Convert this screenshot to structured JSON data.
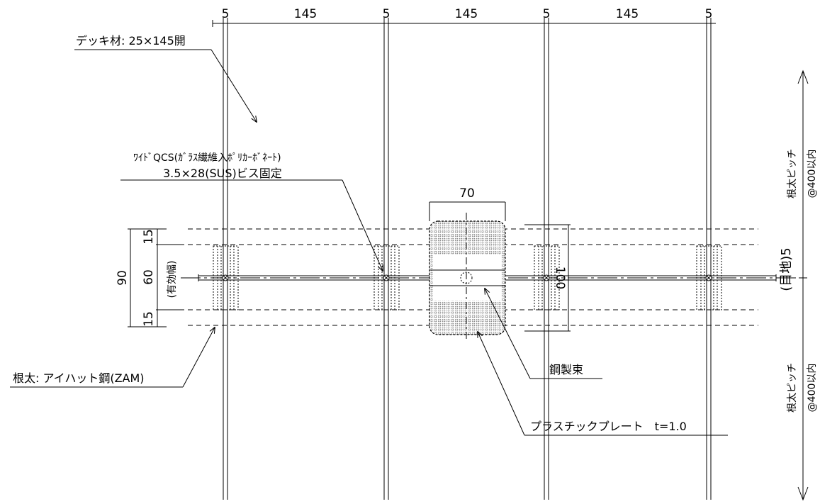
{
  "top_dimensions": [
    "5",
    "145",
    "5",
    "145",
    "5",
    "145",
    "5"
  ],
  "labels": {
    "deck_material": "デッキ材: 25×145開",
    "screw_line1": "ﾜｲﾄﾞQCS(ｶﾞﾗｽ繊維入ﾎﾟﾘｶｰﾎﾞﾈｰﾄ)",
    "screw_line2": "3.5×28(SUS)ビス固定",
    "joist": "根太: アイハット鋼(ZAM)",
    "steel_post": "鋼製束",
    "plastic_plate": "プラスチックプレート　t=1.0",
    "joint_gap": "(目地)5"
  },
  "left_dimensions": {
    "total": "90",
    "top": "15",
    "middle": "60",
    "bottom": "15",
    "effective_width": "(有効幅)"
  },
  "post_dimensions": {
    "width": "70",
    "height": "100"
  },
  "right_notes": {
    "upper_line1": "根太ピッチ",
    "upper_line2": "@400以内",
    "lower_line1": "根太ピッチ",
    "lower_line2": "@400以内"
  }
}
